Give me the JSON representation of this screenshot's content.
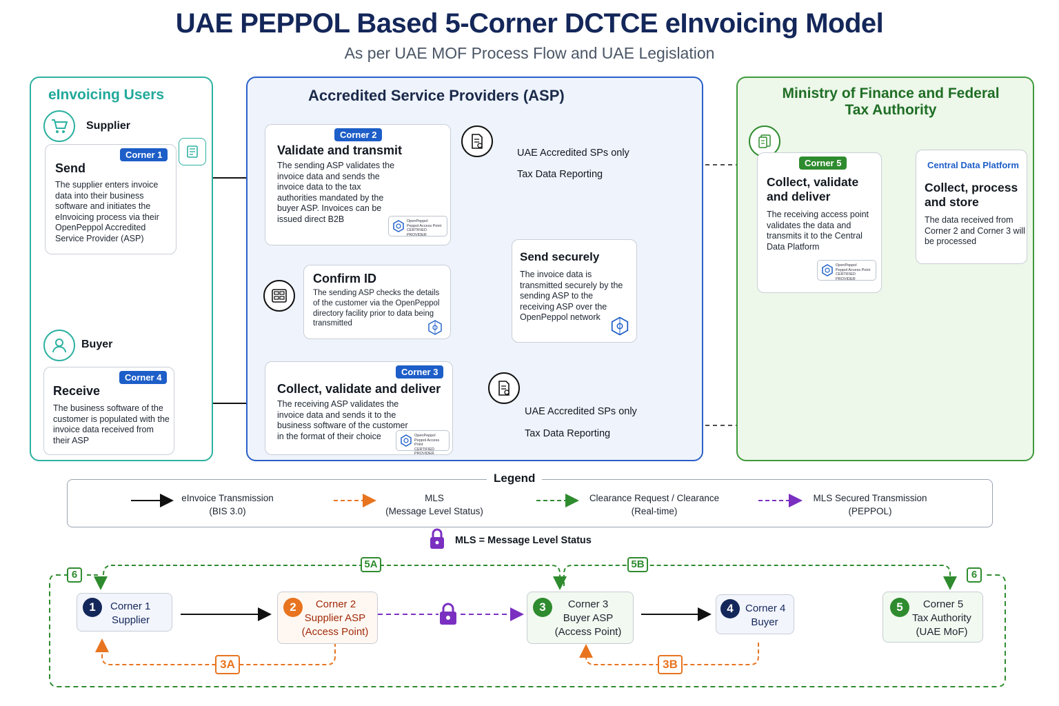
{
  "title": "UAE PEPPOL Based 5-Corner DCTCE eInvoicing Model",
  "subtitle": "As per UAE MOF Process Flow and UAE Legislation",
  "panels": {
    "users": "eInvoicing Users",
    "asp": "Accredited Service Providers (ASP)",
    "mof": "Ministry of Finance and Federal Tax Authority"
  },
  "supplier": {
    "label": "Supplier",
    "corner": "Corner 1",
    "heading": "Send",
    "text": "The supplier enters invoice data into their business software and initiates the eInvoicing process via their OpenPeppol Accredited Service Provider (ASP)"
  },
  "buyer": {
    "label": "Buyer",
    "corner": "Corner 4",
    "heading": "Receive",
    "text": "The business software of the customer is populated with the invoice data received from their ASP"
  },
  "corner2": {
    "corner": "Corner 2",
    "heading": "Validate and transmit",
    "text": "The sending ASP validates the invoice data and sends the invoice data to the tax authorities mandated by the buyer ASP. Invoices can be issued direct B2B"
  },
  "confirm_id": {
    "heading": "Confirm ID",
    "text": "The sending ASP checks the details of the customer via the OpenPeppol directory facility prior to data being transmitted"
  },
  "corner3": {
    "corner": "Corner 3",
    "heading": "Collect, validate and deliver",
    "text": "The receiving ASP validates the invoice data and sends it to the business software of the customer in the format of their choice"
  },
  "send_securely": {
    "heading": "Send securely",
    "text": "The invoice data is transmitted securely by the sending ASP to the receiving ASP over the OpenPeppol network"
  },
  "corner5": {
    "corner": "Corner 5",
    "heading": "Collect, validate and deliver",
    "text": "The receiving access point validates the data and transmits it to the Central Data Platform"
  },
  "cdp": {
    "label": "Central Data Platform",
    "heading": "Collect, process and store",
    "text": "The data received from Corner 2 and Corner 3 will be processed"
  },
  "arrows": {
    "top_upper": "UAE Accredited SPs only",
    "top_lower": "Tax Data Reporting",
    "bottom_upper": "UAE Accredited SPs only",
    "bottom_lower": "Tax Data Reporting"
  },
  "openpeppol_logo": {
    "line1": "OpenPeppol",
    "line2": "Peppol Access Point",
    "line3": "CERTIFIED PROVIDER"
  },
  "legend": {
    "title": "Legend",
    "items": [
      {
        "line1": "eInvoice Transmission",
        "line2": "(BIS 3.0)",
        "color": "#111111"
      },
      {
        "line1": "MLS",
        "line2": "(Message Level Status)",
        "color": "#e8741f"
      },
      {
        "line1": "Clearance Request / Clearance",
        "line2": "(Real-time)",
        "color": "#2e8b2e"
      },
      {
        "line1": "MLS Secured Transmission",
        "line2": "(PEPPOL)",
        "color": "#7a2fc0"
      }
    ],
    "mls_note": "MLS = Message Level Status"
  },
  "flow": {
    "nodes": [
      {
        "num": "1",
        "line1": "Corner 1",
        "line2": "Supplier",
        "line3": "",
        "color": "#14275a"
      },
      {
        "num": "2",
        "line1": "Corner 2",
        "line2": "Supplier ASP",
        "line3": "(Access Point)",
        "color": "#e8741f"
      },
      {
        "num": "3",
        "line1": "Corner 3",
        "line2": "Buyer ASP",
        "line3": "(Access Point)",
        "color": "#2e8b2e"
      },
      {
        "num": "4",
        "line1": "Corner 4",
        "line2": "Buyer",
        "line3": "",
        "color": "#14275a"
      },
      {
        "num": "5",
        "line1": "Corner 5",
        "line2": "Tax Authority",
        "line3": "(UAE MoF)",
        "color": "#2e8b2e"
      }
    ],
    "tags": {
      "left6": "6",
      "right6": "6",
      "t5a": "5A",
      "t5b": "5B",
      "t3a": "3A",
      "t3b": "3B"
    }
  }
}
